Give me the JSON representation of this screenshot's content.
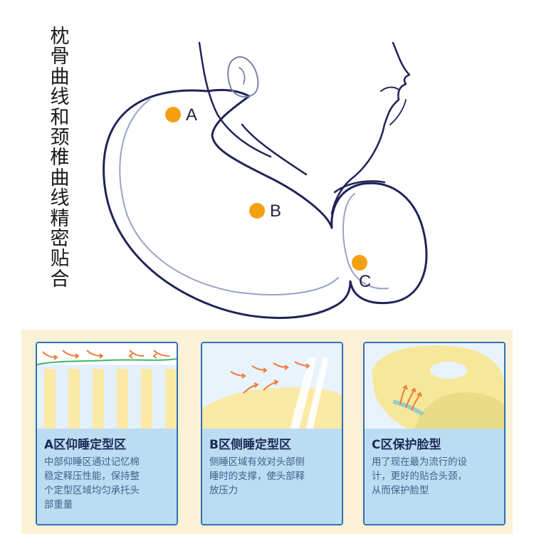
{
  "vertical_title": [
    "枕",
    "骨",
    "曲",
    "线",
    "和",
    "颈",
    "椎",
    "曲",
    "线",
    "精",
    "密",
    "贴",
    "合"
  ],
  "zones": {
    "a": "A",
    "b": "B",
    "c": "C"
  },
  "colors": {
    "accent_dot": "#f5a011",
    "outline": "#1f2458",
    "card_border": "#2f6fb7",
    "card_bg": "#bcdcf3",
    "arrow": "#ee7b38"
  },
  "cards": [
    {
      "title": "A区仰睡定型区",
      "lines": [
        "中部仰睡区通过记忆棉",
        "稳定释压性能，保持整",
        "个定型区域均匀承托头",
        "部重量"
      ]
    },
    {
      "title": "B区侧睡定型区",
      "lines": [
        "侧睡区域有效对头部侧",
        "睡时的支撑，使头部释",
        "放压力"
      ]
    },
    {
      "title": "C区保护脸型",
      "lines": [
        "用了现在最为流行的设",
        "计，更好的贴合头颈，",
        "从而保护脸型"
      ]
    }
  ]
}
